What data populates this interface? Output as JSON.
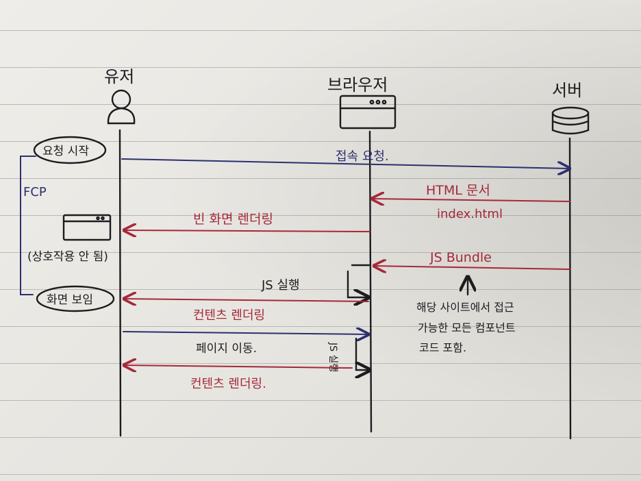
{
  "actors": {
    "user": "유저",
    "browser": "브라우저",
    "server": "서버"
  },
  "steps": {
    "request_start": "요청 시작",
    "fcp": "FCP",
    "access_request": "접속 요청.",
    "html_doc": "HTML 문서",
    "index_html": "index.html",
    "empty_render": "빈 화면 렌더링",
    "no_interaction": "(상호작용 안 됨)",
    "js_bundle": "JS Bundle",
    "js_exec": "JS 실행",
    "screen_view": "화면 보임",
    "content_render_1": "컨텐츠 렌더링",
    "page_move": "페이지 이동.",
    "js_exec_vertical": "JS 실행",
    "content_render_2": "컨텐츠 렌더링."
  },
  "note": {
    "line1": "해당 사이트에서 접근",
    "line2": "가능한 모든 컴포넌트",
    "line3": "코드 포함."
  },
  "icons": {
    "user": "person-icon",
    "browser": "browser-window-icon",
    "server": "database-icon",
    "mini_browser": "browser-window-icon"
  },
  "colors": {
    "black": "#1c1c1f",
    "red": "#a5283a",
    "blue": "#2c2f6e"
  }
}
